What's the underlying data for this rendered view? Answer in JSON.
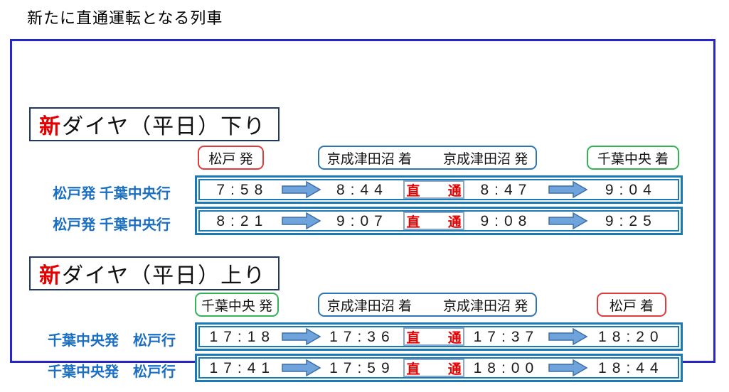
{
  "title": "新たに直通運転となる列車",
  "colors": {
    "panel_border": "#2626cc",
    "section_box_border": "#1f3864",
    "new_accent_red": "#e60000",
    "row_border_blue": "#1b79b6",
    "route_label_blue": "#1b6fc2",
    "header_border_red": "#e23b3b",
    "header_border_blue": "#2e75b6",
    "header_border_green": "#34b354",
    "arrow_fill": "#6fa3db",
    "arrow_stroke": "#3d6ea5",
    "direct_badge_text_red": "#e60000"
  },
  "sections": [
    {
      "title_new": "新",
      "title_rest": "ダイヤ（平日）下り",
      "headers": {
        "origin": "松戸 発",
        "mid_arrive": "京成津田沼 着",
        "mid_depart": "京成津田沼 発",
        "dest": "千葉中央 着"
      },
      "rows": [
        {
          "route": "松戸発 千葉中央行",
          "dep": "7:58",
          "mid_arr": "8:44",
          "badge": "直 通",
          "mid_dep": "8:47",
          "arr": "9:04"
        },
        {
          "route": "松戸発 千葉中央行",
          "dep": "8:21",
          "mid_arr": "9:07",
          "badge": "直 通",
          "mid_dep": "9:08",
          "arr": "9:25"
        }
      ]
    },
    {
      "title_new": "新",
      "title_rest": "ダイヤ（平日）上り",
      "headers": {
        "origin": "千葉中央 発",
        "mid_arrive": "京成津田沼 着",
        "mid_depart": "京成津田沼 発",
        "dest": "松戸 着"
      },
      "rows": [
        {
          "route": "千葉中央発　松戸行",
          "dep": "17:18",
          "mid_arr": "17:36",
          "badge": "直 通",
          "mid_dep": "17:37",
          "arr": "18:20"
        },
        {
          "route": "千葉中央発　松戸行",
          "dep": "17:41",
          "mid_arr": "17:59",
          "badge": "直 通",
          "mid_dep": "18:00",
          "arr": "18:44"
        }
      ]
    }
  ]
}
